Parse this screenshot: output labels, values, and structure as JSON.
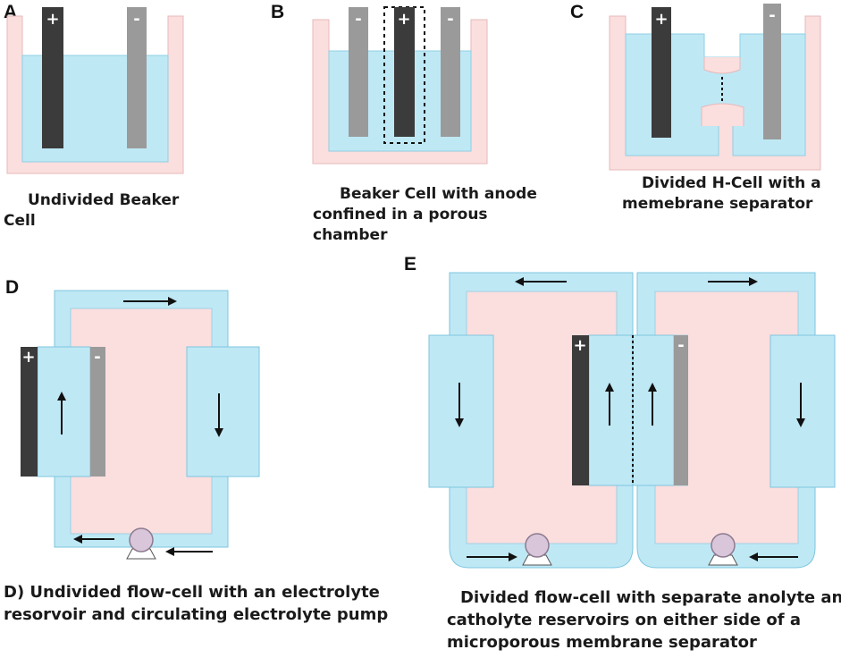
{
  "panels": {
    "A": {
      "label": "A",
      "caption_lines": [
        "Undivided Beaker",
        "Cell"
      ]
    },
    "B": {
      "label": "B",
      "caption_lines": [
        "Beaker Cell with anode",
        "confined in a porous",
        "chamber"
      ]
    },
    "C": {
      "label": "C",
      "caption_lines": [
        "Divided H-Cell with a",
        "memebrane separator"
      ]
    },
    "D": {
      "label": "D",
      "caption_lines": [
        "D) Undivided flow-cell with an electrolyte",
        "resorvoir and circulating electrolyte pump"
      ]
    },
    "E": {
      "label": "E",
      "caption_lines": [
        "Divided flow-cell with separate anolyte and",
        "catholyte reservoirs on either side of a",
        "microporous membrane separator"
      ]
    }
  },
  "symbols": {
    "anode_sign": "+",
    "cathode_sign": "-"
  },
  "colors": {
    "vessel": "#fbdede",
    "vessel_border": "#e7b9b9",
    "electrolyte": "#bfe8f5",
    "electrolyte_border": "#7ec6de",
    "anode": "#3b3b3b",
    "cathode": "#9a9a9a",
    "arrow": "#111111",
    "pump": "#d9c6da"
  }
}
